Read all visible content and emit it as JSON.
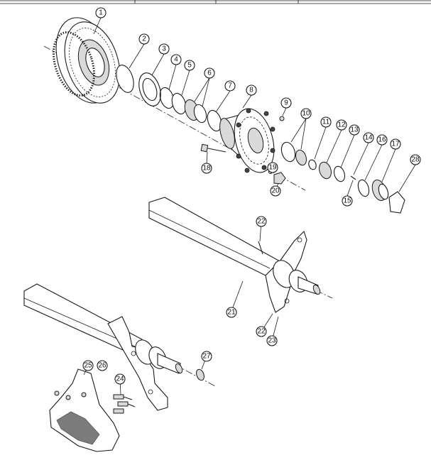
{
  "diagram": {
    "callouts": [
      {
        "id": "c1",
        "label": "1"
      },
      {
        "id": "c2",
        "label": "2"
      },
      {
        "id": "c3",
        "label": "3"
      },
      {
        "id": "c4",
        "label": "4"
      },
      {
        "id": "c5",
        "label": "5"
      },
      {
        "id": "c6",
        "label": "6"
      },
      {
        "id": "c7",
        "label": "7"
      },
      {
        "id": "c8",
        "label": "8"
      },
      {
        "id": "c9",
        "label": "9"
      },
      {
        "id": "c10",
        "label": "10"
      },
      {
        "id": "c11",
        "label": "11"
      },
      {
        "id": "c12",
        "label": "12"
      },
      {
        "id": "c13",
        "label": "13"
      },
      {
        "id": "c14",
        "label": "14"
      },
      {
        "id": "c16",
        "label": "16"
      },
      {
        "id": "c17",
        "label": "17"
      },
      {
        "id": "c28",
        "label": "28"
      },
      {
        "id": "c15",
        "label": "15"
      },
      {
        "id": "c18",
        "label": "18"
      },
      {
        "id": "c19",
        "label": "19"
      },
      {
        "id": "c20",
        "label": "20"
      },
      {
        "id": "c22a",
        "label": "22"
      },
      {
        "id": "c21",
        "label": "21"
      },
      {
        "id": "c22b",
        "label": "22"
      },
      {
        "id": "c23",
        "label": "23"
      },
      {
        "id": "c27",
        "label": "27"
      },
      {
        "id": "c25",
        "label": "25"
      },
      {
        "id": "c26",
        "label": "26"
      },
      {
        "id": "c24",
        "label": "24"
      }
    ]
  }
}
